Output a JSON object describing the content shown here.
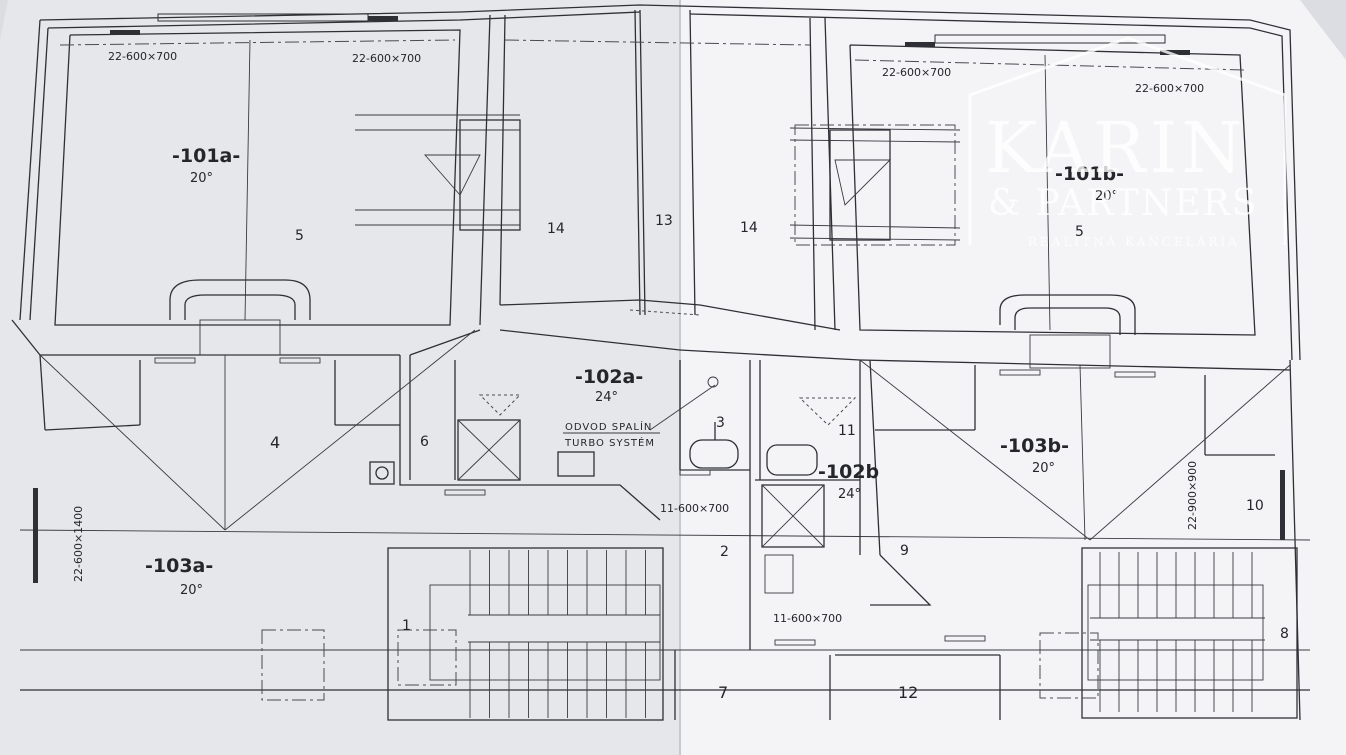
{
  "rooms_left": {
    "r101a": {
      "code": "-101a-",
      "temp": "20°"
    },
    "r102a": {
      "code": "-102a-",
      "temp": "24°"
    },
    "r103a": {
      "code": "-103a-",
      "temp": "20°"
    }
  },
  "rooms_right": {
    "r101b": {
      "code": "-101b-",
      "temp": "20°"
    },
    "r102b": {
      "code": "-102b",
      "temp": "24°"
    },
    "r103b": {
      "code": "-103b-",
      "temp": "20°"
    }
  },
  "windows": {
    "w1": "22-600×700",
    "w2": "22-600×700",
    "w3": "22-600×700",
    "w4": "22-600×700",
    "w5": "22-600×1400",
    "w6": "11-600×700",
    "w7": "11-600×700",
    "w8": "22-900×900"
  },
  "notes": {
    "flue1": "ODVOD SPALÍN",
    "flue2": "TURBO SYSTÉM"
  },
  "numbers": {
    "n5a": "5",
    "n14a": "14",
    "n13": "13",
    "n14b": "14",
    "n5b": "5",
    "n4": "4",
    "n6": "6",
    "n3": "3",
    "n11": "11",
    "n2": "2",
    "n9": "9",
    "n10": "10",
    "n1": "1",
    "n7": "7",
    "n12": "12",
    "n8": "8"
  },
  "watermark": {
    "line1": "KARIN",
    "line2": "& PARTNERS",
    "line3": "REALITNÁ KANCELÁRIA"
  },
  "colors": {
    "paper_left": "#e6e7ea",
    "paper_right": "#f4f4f6",
    "ink": "#2f3036"
  }
}
